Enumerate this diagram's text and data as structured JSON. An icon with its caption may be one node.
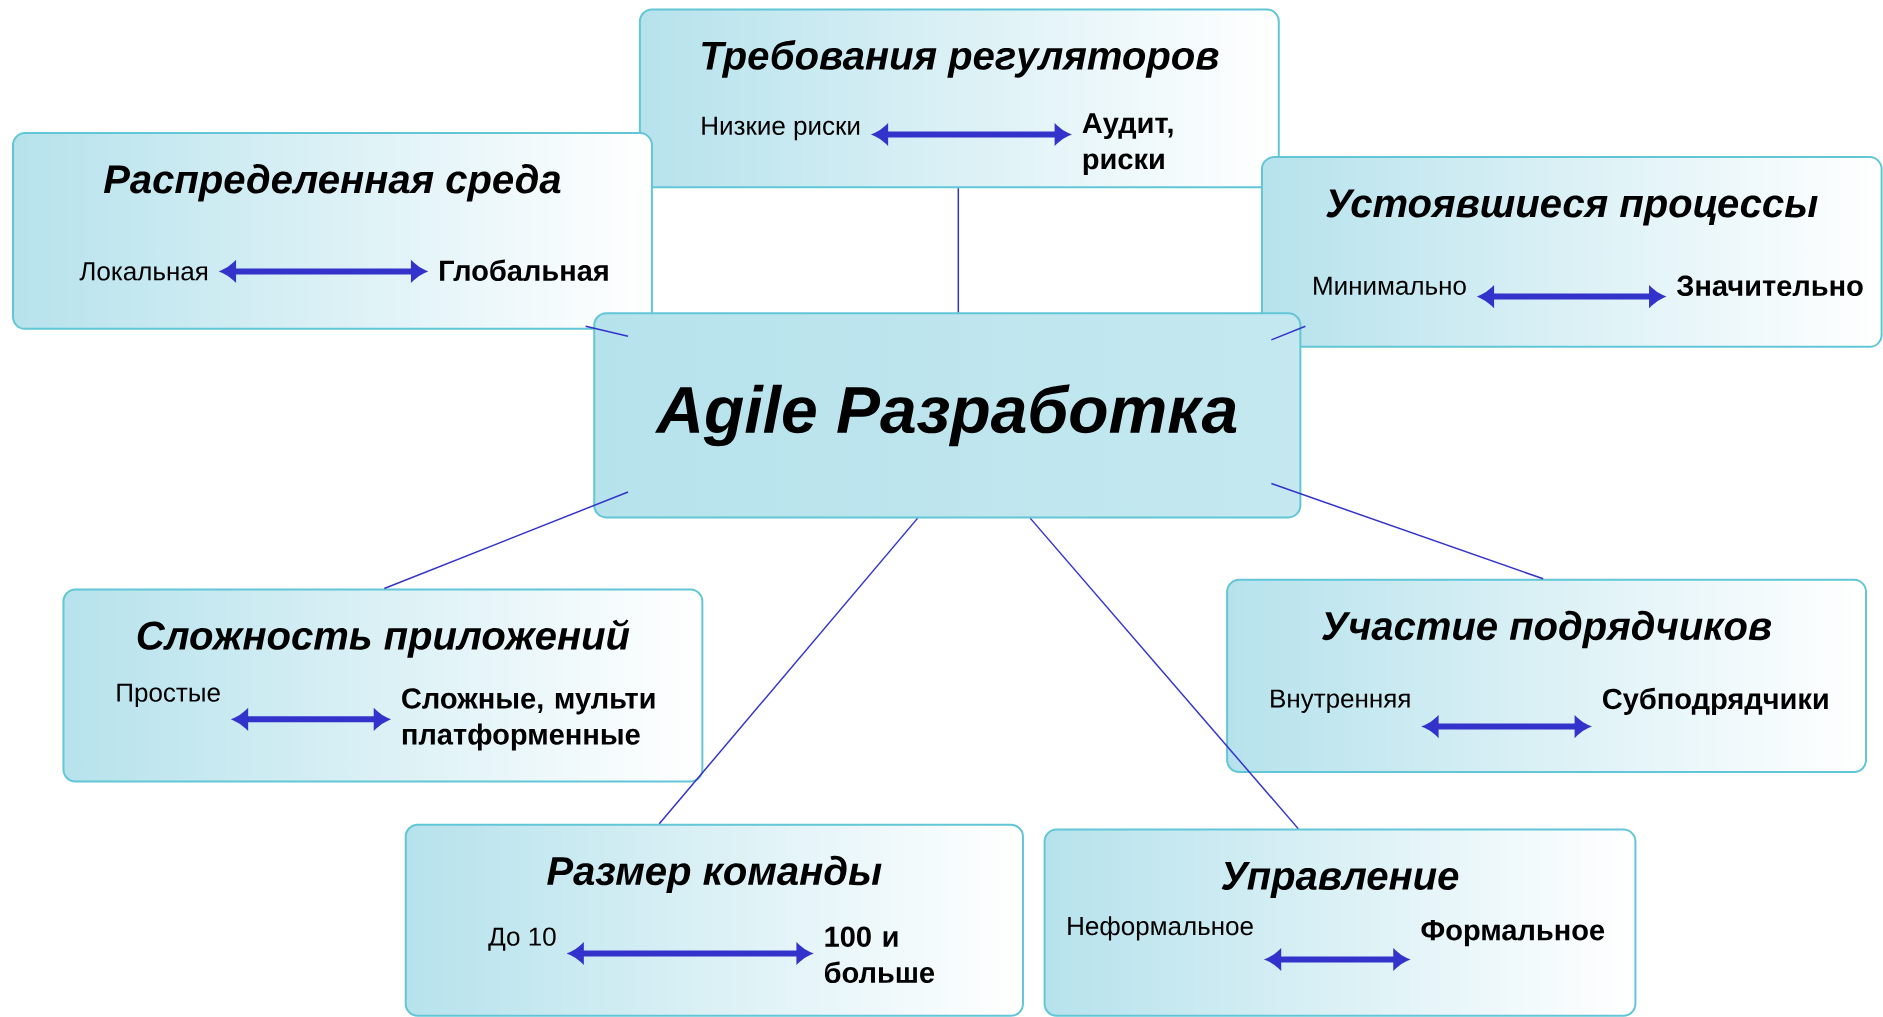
{
  "diagram": {
    "nodes": [
      {
        "text": [
          "Требования регуляторов"
        ]
      },
      {
        "text": [
          "Низкие риски"
        ],
        "in": 0
      },
      {
        "text": [
          "Аудит, риски"
        ],
        "in": 0
      },
      {
        "text": [
          "Распределенная среда"
        ]
      },
      {
        "text": [
          "Локальная"
        ],
        "in": 3
      },
      {
        "text": [
          "Глобальная"
        ],
        "in": 3
      },
      {
        "text": [
          "Устоявшиеся процессы"
        ]
      },
      {
        "text": [
          "Минимально"
        ],
        "in": 6
      },
      {
        "text": [
          "Значительно"
        ],
        "in": 6
      },
      {
        "text": [
          "Agile Разработка"
        ]
      },
      {
        "text": [
          "Сложность приложений"
        ]
      },
      {
        "text": [
          "Простые"
        ],
        "in": 10
      },
      {
        "text": [
          "Сложные, мульти платформенные"
        ],
        "in": 10
      },
      {
        "text": [
          "Участие подрядчиков"
        ]
      },
      {
        "text": [
          "Внутренняя"
        ],
        "in": 13
      },
      {
        "text": [
          "Субподрядчики"
        ],
        "in": 13
      },
      {
        "text": [
          "Размер команды"
        ]
      },
      {
        "text": [
          "До 10"
        ],
        "in": 16
      },
      {
        "text": [
          "100 и больше"
        ],
        "in": 16
      },
      {
        "text": [
          "Управление"
        ]
      },
      {
        "text": [
          "Неформальное"
        ],
        "in": 19
      },
      {
        "text": [
          "Формальное"
        ],
        "in": 19
      }
    ],
    "edges": [
      {
        "from": 9,
        "to": 0,
        "arrow": "none"
      },
      {
        "from": 9,
        "to": 3,
        "arrow": "none"
      },
      {
        "from": 9,
        "to": 6,
        "arrow": "none"
      },
      {
        "from": 9,
        "to": 10,
        "arrow": "none"
      },
      {
        "from": 9,
        "to": 13,
        "arrow": "none"
      },
      {
        "from": 9,
        "to": 16,
        "arrow": "none"
      },
      {
        "from": 9,
        "to": 19,
        "arrow": "none"
      },
      {
        "from": 1,
        "to": 2,
        "arrow": "both",
        "style": "thick"
      },
      {
        "from": 4,
        "to": 5,
        "arrow": "both",
        "style": "thick"
      },
      {
        "from": 7,
        "to": 8,
        "arrow": "both",
        "style": "thick"
      },
      {
        "from": 11,
        "to": 12,
        "arrow": "both",
        "style": "thick"
      },
      {
        "from": 14,
        "to": 15,
        "arrow": "both",
        "style": "thick"
      },
      {
        "from": 17,
        "to": 18,
        "arrow": "both",
        "style": "thick"
      },
      {
        "from": 20,
        "to": 21,
        "arrow": "both",
        "style": "thick"
      }
    ]
  }
}
